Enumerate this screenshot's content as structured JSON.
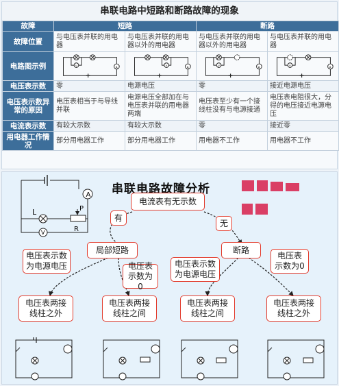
{
  "table": {
    "title": "串联电路中短路和断路故障的现象",
    "headers": [
      "故障",
      "短路",
      "断路"
    ],
    "row_position": {
      "label": "故障位置",
      "cells": [
        "与电压表并联的用电器",
        "与电压表并联的用电器以外的用电器",
        "与电压表并联的用电器以外的用电器",
        "与电压表并联的用电器"
      ]
    },
    "row_figure": {
      "label": "电路图示例"
    },
    "row_voltage": {
      "label": "电压表示数",
      "cells": [
        "零",
        "电源电压",
        "零",
        "接近电源电压"
      ]
    },
    "row_reason": {
      "label": "电压表示数异常的原因",
      "cells": [
        "电压表相当于与导线并联",
        "电源电压全部加在与电压表并联的用电器两端",
        "电压表至少有一个接线柱没有与电源接通",
        "电压表电阻很大，分得的电压接近电源电压"
      ]
    },
    "row_current": {
      "label": "电流表示数",
      "cells": [
        "有较大示数",
        "有较大示数",
        "零",
        "接近零"
      ]
    },
    "row_work": {
      "label": "用电器工作情况",
      "cells": [
        "部分用电器工作",
        "部分用电器工作",
        "用电器不工作",
        "用电器不工作"
      ]
    }
  },
  "diagram": {
    "title": "串联电路故障分析",
    "root": "电流表有无示数",
    "yes": "有",
    "no": "无",
    "short": "局部短路",
    "open": "断路",
    "note_short_a": "电压表示数为电源电压",
    "note_short_b": "电压表示数为0",
    "note_open_a": "电压表示数为电源电压",
    "note_open_b": "电压表示数为0",
    "leaf1": "电压表两接线柱之外",
    "leaf2": "电压表两接线柱之间",
    "leaf3": "电压表两接线柱之间",
    "leaf4": "电压表两接线柱之外",
    "sym_L": "L",
    "sym_P": "P",
    "sym_R": "R",
    "sym_A": "A",
    "sym_V": "V"
  },
  "colors": {
    "header": "#3d6e9a",
    "box_border": "#e23b2c",
    "diagram_bg": "#e6f2fb"
  }
}
